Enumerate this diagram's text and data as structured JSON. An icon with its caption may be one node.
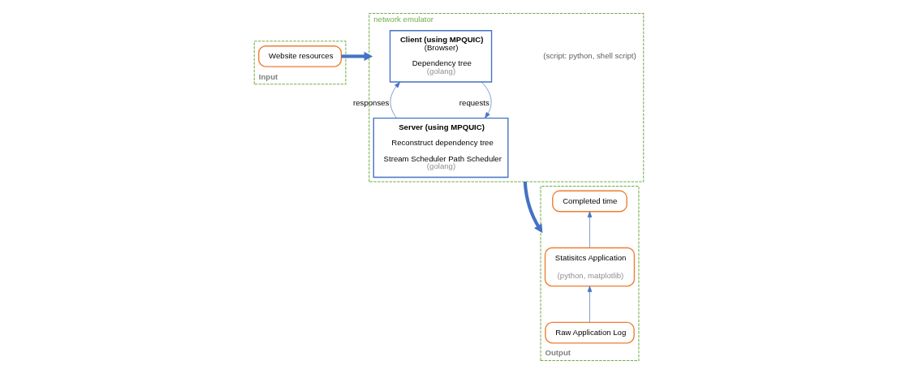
{
  "diagram": {
    "nodes": [
      {
        "text": [
          "Input"
        ]
      },
      {
        "text": [
          "Website resources"
        ],
        "in": 0
      },
      {
        "text": [
          "network emulator",
          "(script: python, shell script)"
        ]
      },
      {
        "text": [
          "Server (using MPQUIC)",
          "Reconstruct dependency tree",
          "Stream Scheduler Path Scheduler",
          "(golang)"
        ],
        "in": 2
      },
      {
        "text": [
          "Client (using MPQUIC)",
          "(Browser)",
          "Dependency tree",
          "(golang)"
        ],
        "in": 2
      },
      {
        "text": [
          "Output"
        ]
      },
      {
        "text": [
          "Raw Application Log"
        ],
        "in": 5
      },
      {
        "text": [
          "Statisitcs Application",
          "(python, matplotlib)"
        ],
        "in": 5
      },
      {
        "text": [
          "Completed time"
        ],
        "in": 5
      }
    ],
    "edges": [
      {
        "from": 1,
        "to": 2,
        "arrow": "to",
        "style": "thick"
      },
      {
        "from": 4,
        "to": 3,
        "label": "requests",
        "arrow": "to"
      },
      {
        "from": 3,
        "to": 4,
        "label": "responses",
        "arrow": "to"
      },
      {
        "from": 2,
        "to": 5,
        "arrow": "to",
        "style": "thick"
      },
      {
        "from": 6,
        "to": 7,
        "arrow": "to"
      },
      {
        "from": 7,
        "to": 8,
        "arrow": "to"
      }
    ]
  }
}
